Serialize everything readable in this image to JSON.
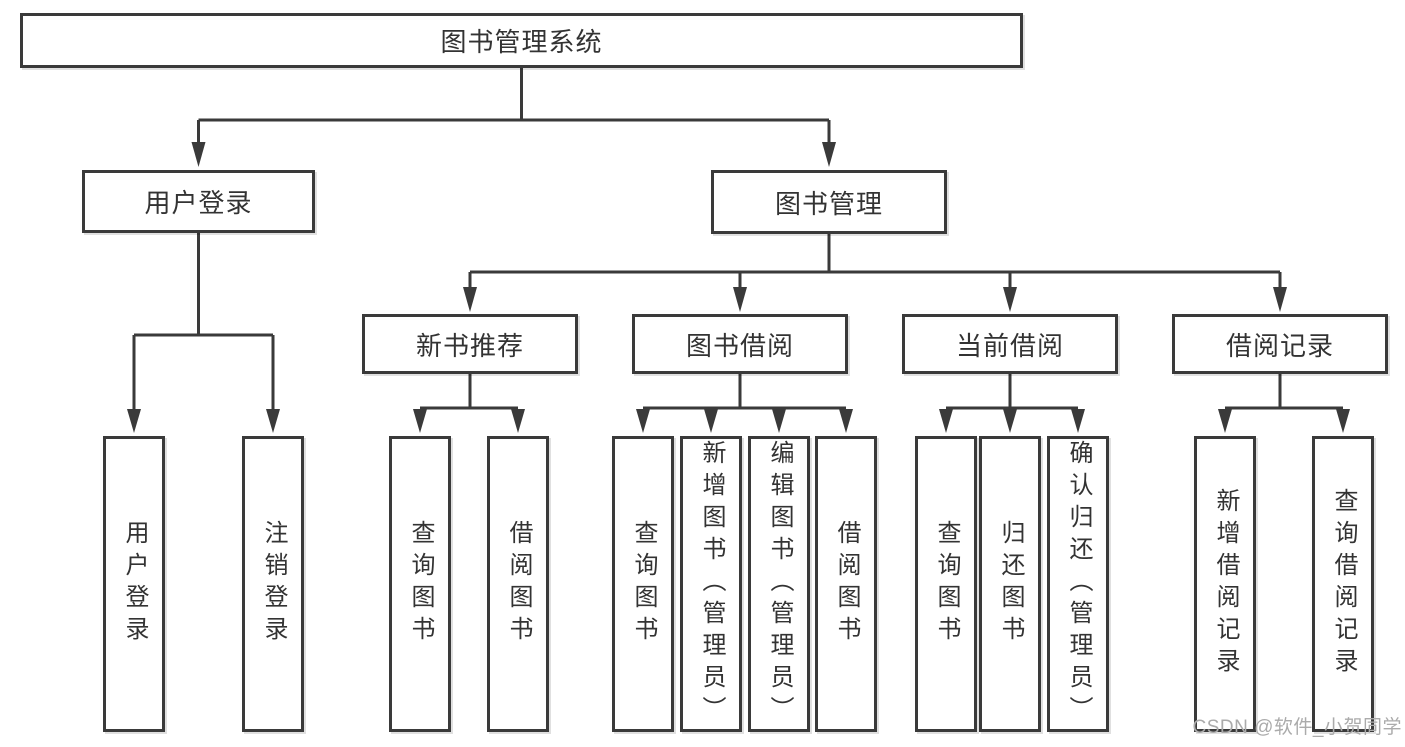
{
  "diagram": {
    "root": {
      "label": "图书管理系统"
    },
    "level2": [
      {
        "label": "用户登录"
      },
      {
        "label": "图书管理"
      }
    ],
    "level3": [
      {
        "label": "新书推荐"
      },
      {
        "label": "图书借阅"
      },
      {
        "label": "当前借阅"
      },
      {
        "label": "借阅记录"
      }
    ],
    "leaves": {
      "user_login": [
        {
          "label": "用户登录"
        },
        {
          "label": "注销登录"
        }
      ],
      "new_book_recommend": [
        {
          "label": "查询图书"
        },
        {
          "label": "借阅图书"
        }
      ],
      "book_borrow": [
        {
          "label": "查询图书"
        },
        {
          "label": "新增图书（管理员）"
        },
        {
          "label": "编辑图书（管理员）"
        },
        {
          "label": "借阅图书"
        }
      ],
      "current_borrow": [
        {
          "label": "查询图书"
        },
        {
          "label": "归还图书"
        },
        {
          "label": "确认归还（管理员）"
        }
      ],
      "borrow_records": [
        {
          "label": "新增借阅记录"
        },
        {
          "label": "查询借阅记录"
        }
      ]
    }
  },
  "watermark": {
    "text": "CSDN @软件_小贺同学"
  },
  "colors": {
    "line": "#3a3a3a",
    "text": "#333333",
    "watermark": "#ababab",
    "background": "#ffffff"
  }
}
